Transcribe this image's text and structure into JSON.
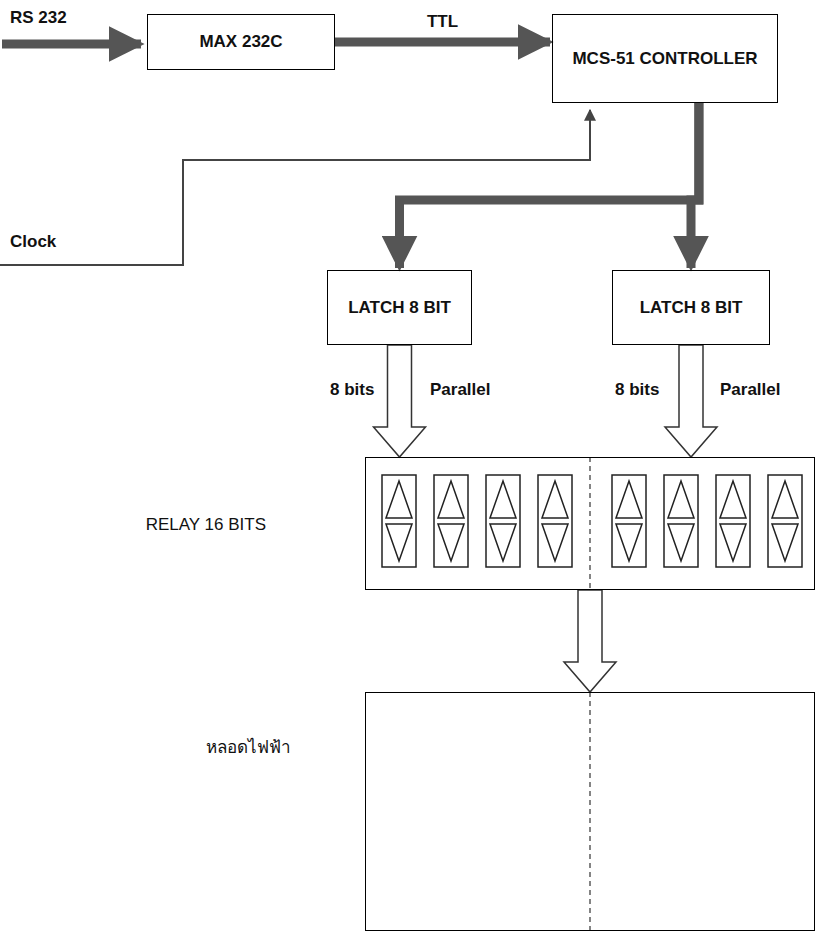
{
  "diagram": {
    "nodes": [
      {
        "text": [
          "MAX 232C"
        ]
      },
      {
        "text": [
          "MCS-51 CONTROLLER"
        ]
      },
      {
        "text": [
          "LATCH 8 BIT"
        ]
      },
      {
        "text": [
          "LATCH 8 BIT"
        ]
      },
      {
        "text": [
          "RELAY 16 BITS"
        ]
      },
      {
        "text": [
          "หลอดไฟฟ้า"
        ]
      }
    ],
    "edges": [
      {
        "from": 0,
        "to": 1,
        "arrow": "to",
        "label": "TTL"
      },
      {
        "from": 1,
        "to": 2,
        "arrow": "to"
      },
      {
        "from": 1,
        "to": 3,
        "arrow": "to"
      },
      {
        "from": 2,
        "to": 4,
        "arrow": "to"
      },
      {
        "from": 3,
        "to": 4,
        "arrow": "to"
      },
      {
        "from": 4,
        "to": 5,
        "arrow": "to"
      }
    ],
    "labels": [
      "RS 232",
      "Clock",
      "8 bits",
      "Parallel",
      "8 bits",
      "Parallel"
    ]
  }
}
